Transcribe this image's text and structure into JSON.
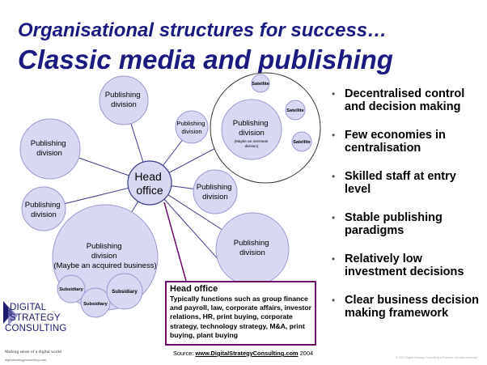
{
  "title": {
    "line1": "Organisational structures for success…",
    "line2": "Classic media and publishing"
  },
  "diagram": {
    "head_office": {
      "line1": "Head",
      "line2": "office"
    },
    "division_label": {
      "line1": "Publishing",
      "line2": "division"
    },
    "overseas_note": {
      "line1": "(Maybe an overseas",
      "line2": "division)"
    },
    "acquired_note": "(Maybe an acquired business)",
    "satellite_label": "Satellite",
    "subsidiary_label": "Subsidiary"
  },
  "bullets": [
    "Decentralised control and decision making",
    "Few economies in centralisation",
    "Skilled staff at entry level",
    "Stable publishing paradigms",
    "Relatively low investment decisions",
    "Clear business decision making framework"
  ],
  "bullet_marker": "•",
  "callout": {
    "title": "Head office",
    "text": "Typically functions such as group finance and payroll, law, corporate affairs, investor relations, HR, print buying, corporate strategy, technology strategy, M&A, print buying, plant buying"
  },
  "source": {
    "prefix": "Source: ",
    "link": "www.DigitalStrategyConsulting.com",
    "year": " 2004"
  },
  "copyright": "© 2007 Digital Strategy Consulting & Partners. All rights reserved",
  "logo": {
    "line1": "DIGITAL",
    "line2": "STRATEGY",
    "line3": "CONSULTING",
    "tagline": "Making sense of a digital world",
    "url": "digitalstrategyconsulting.com"
  },
  "colors": {
    "title": "#1a1a80",
    "circle_fill": "#d8d8f2",
    "circle_stroke": "#9a9ad0",
    "connector": "#3a3a8a",
    "callout_border": "#6b0a6b"
  }
}
